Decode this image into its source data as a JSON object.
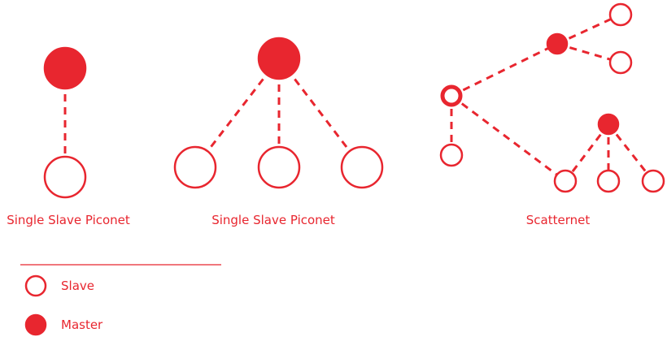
{
  "diagrams": [
    {
      "caption": "Single Slave Piconet"
    },
    {
      "caption": "Single Slave Piconet"
    },
    {
      "caption": "Scatternet"
    }
  ],
  "legend": {
    "slave_label": "Slave",
    "master_label": "Master"
  },
  "colors": {
    "accent": "#e8262f",
    "background": "#ffffff"
  }
}
